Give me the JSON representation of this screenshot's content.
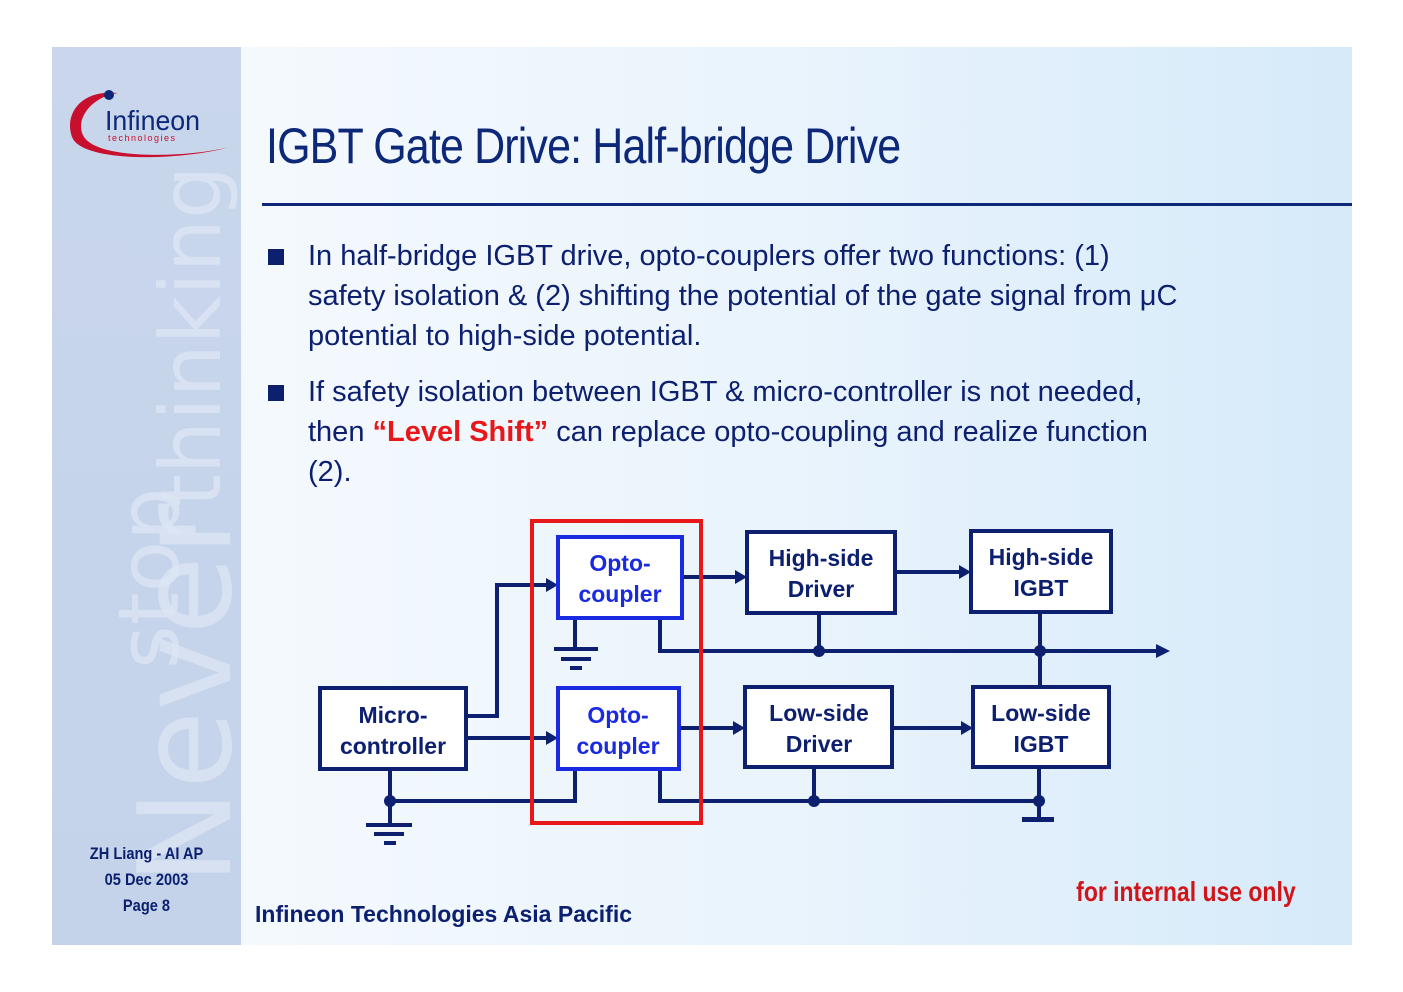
{
  "logo": {
    "text": "Infineon",
    "subtext": "technologies"
  },
  "watermark": {
    "line1": "Never",
    "line2": "stop",
    "line3": "thinking"
  },
  "title": "IGBT Gate Drive: Half-bridge Drive",
  "bullets": [
    {
      "parts": [
        {
          "text": "In half-bridge IGBT drive, opto-couplers offer two functions: (1) safety isolation & (2) shifting the potential of the gate signal from μC potential to high-side potential."
        }
      ]
    },
    {
      "parts": [
        {
          "text": "If safety isolation between IGBT & micro-controller is not needed, then "
        },
        {
          "text": "“Level Shift”",
          "highlight": true
        },
        {
          "text": " can replace opto-coupling and realize function (2)."
        }
      ]
    }
  ],
  "diagram": {
    "micro": [
      "Micro-",
      "controller"
    ],
    "opto_top": [
      "Opto-",
      "coupler"
    ],
    "opto_bottom": [
      "Opto-",
      "coupler"
    ],
    "hs_driver": [
      "High-side",
      "Driver"
    ],
    "hs_igbt": [
      "High-side",
      "IGBT"
    ],
    "ls_driver": [
      "Low-side",
      "Driver"
    ],
    "ls_igbt": [
      "Low-side",
      "IGBT"
    ]
  },
  "side_info": {
    "author": "ZH Liang - AI AP",
    "date": "05 Dec 2003",
    "page": "Page 8"
  },
  "footer": {
    "company": "Infineon Technologies Asia Pacific",
    "note": "for internal use only"
  },
  "colors": {
    "navy": "#0d2070",
    "highlight_red": "#e8171a",
    "opto_blue": "#1a2ae0",
    "sidebar": "#c4d3ea",
    "logo_red": "#c8102e"
  }
}
